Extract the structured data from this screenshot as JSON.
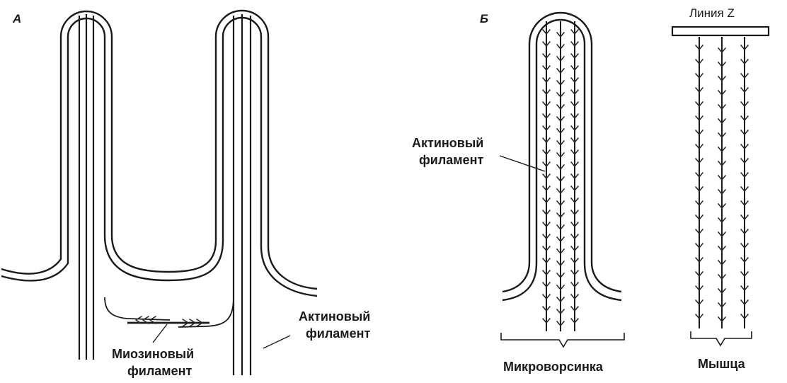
{
  "panels": {
    "a": {
      "label": "А"
    },
    "b": {
      "label": "Б"
    }
  },
  "labels": {
    "actin_left": [
      "Актиновый",
      "филамент"
    ],
    "myosin": [
      "Миозиновый",
      "филамент"
    ],
    "actin_right": [
      "Актиновый",
      "филамент"
    ],
    "z_line": "Линия Z",
    "microvillus": "Микроворсинка",
    "muscle": "Мышца"
  },
  "colors": {
    "ink": "#1a1a1a",
    "background": "#ffffff"
  }
}
